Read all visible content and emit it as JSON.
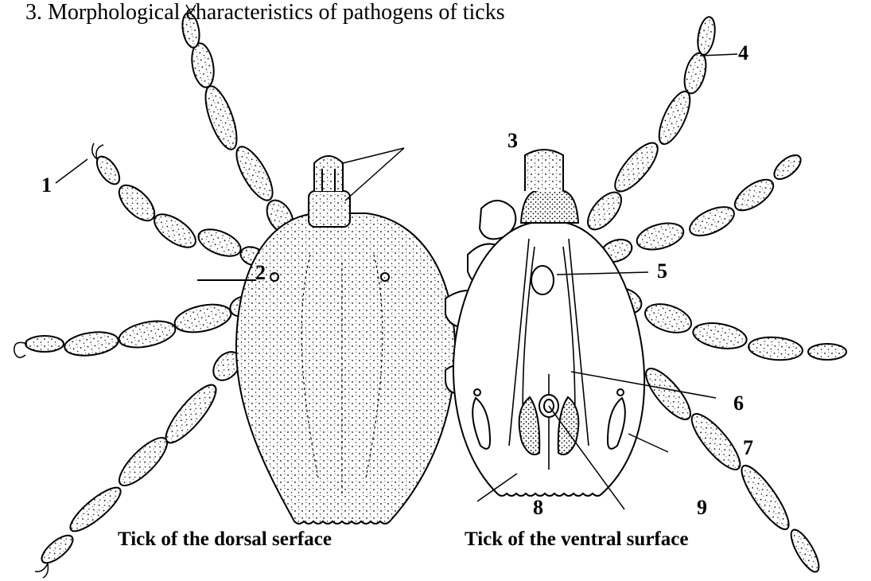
{
  "figure": {
    "title": "3. Morphological characteristics of pathogens of ticks",
    "captions": {
      "dorsal": "Tick of the dorsal serface",
      "ventral": "Tick of the ventral surface"
    },
    "labels": [
      "1",
      "2",
      "3",
      "4",
      "5",
      "6",
      "7",
      "8",
      "9"
    ]
  },
  "colors": {
    "ink": "#000000",
    "background": "#ffffff"
  }
}
